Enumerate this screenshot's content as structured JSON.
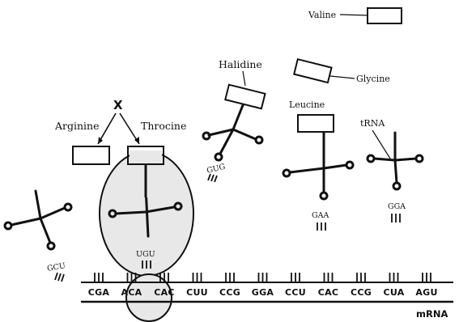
{
  "amino_acids": {
    "valine": "Valine",
    "glycine": "Glycine",
    "halidine": "Halidine",
    "leucine": "Leucine",
    "arginine": "Arginine",
    "throcine": "Throcine"
  },
  "trna_label": "tRNA",
  "mismatch_mark": "X",
  "anticodons": {
    "gcu": "GCU",
    "ugu": "UGU",
    "gug": "GUG",
    "gaa": "GAA",
    "gga": "GGA"
  },
  "mrna": {
    "label": "mRNA",
    "codons": [
      "CGA",
      "ACA",
      "CAC",
      "CUU",
      "CCG",
      "GGA",
      "CCU",
      "CAC",
      "CCG",
      "CUA",
      "AGU"
    ]
  }
}
